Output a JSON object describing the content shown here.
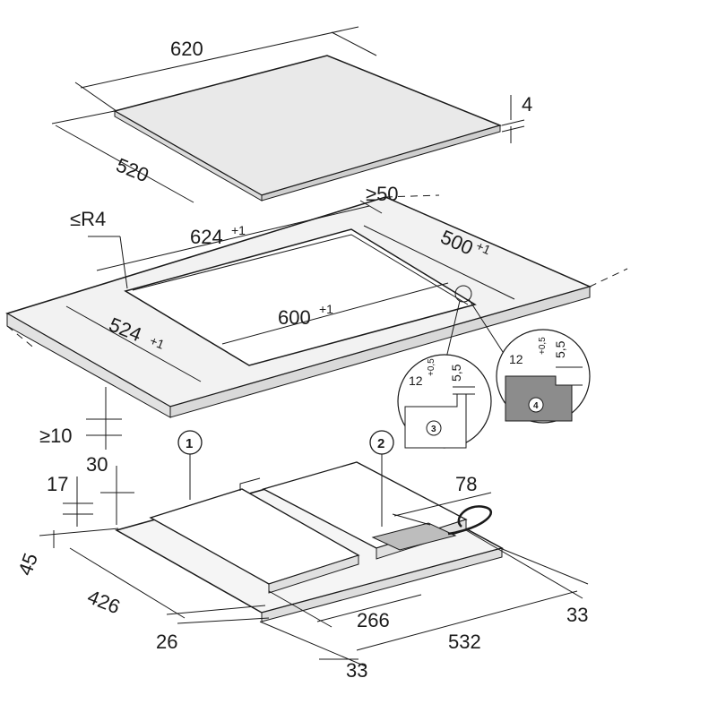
{
  "hob_glass": {
    "width": "620",
    "depth": "520",
    "thickness": "4"
  },
  "cutout": {
    "radius": "≤R4",
    "outer_width": "624",
    "outer_width_tol": "+1",
    "inner_width": "600",
    "inner_width_tol": "+1",
    "rear_distance": "≥50",
    "outer_depth": "500",
    "outer_depth_tol": "+1",
    "inner_depth": "524",
    "inner_depth_tol": "+1",
    "below_clearance": "≥10",
    "depth_30": "30",
    "depth_17": "17"
  },
  "detail_3": {
    "number": "3",
    "width": "12",
    "tol": "+0,5",
    "depth": "5,5"
  },
  "detail_4": {
    "number": "4",
    "width": "12",
    "tol": "+0,5",
    "depth": "5,5"
  },
  "unit": {
    "callout_1": "1",
    "callout_2": "2",
    "offset_78": "78",
    "front_45": "45",
    "depth_426": "426",
    "front_26": "26",
    "width_266": "266",
    "width_532": "532",
    "right_33": "33",
    "bottom_33": "33"
  },
  "colors": {
    "line": "#1a1a1a",
    "glass": "#e9e9e9",
    "counter": "#f2f2f2",
    "cutout_fill": "#ffffff",
    "detail_dark": "#8c8c8c"
  }
}
